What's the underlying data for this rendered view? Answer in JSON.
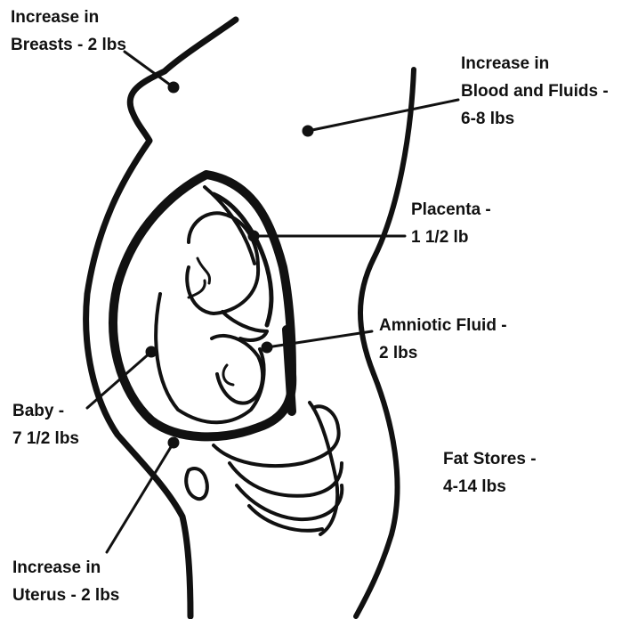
{
  "colors": {
    "ink": "#111111",
    "background": "#ffffff"
  },
  "labels": {
    "breasts": {
      "line1": "Increase in",
      "line2": "Breasts - 2 lbs"
    },
    "blood": {
      "line1": "Increase in",
      "line2": "Blood and Fluids -",
      "line3": "6-8 lbs"
    },
    "placenta": {
      "line1": "Placenta -",
      "line2": "1 1/2 lb"
    },
    "amniotic": {
      "line1": "Amniotic Fluid -",
      "line2": "2 lbs"
    },
    "baby": {
      "line1": "Baby -",
      "line2": "7 1/2 lbs"
    },
    "fat": {
      "line1": "Fat Stores -",
      "line2": "4-14 lbs"
    },
    "uterus": {
      "line1": "Increase in",
      "line2": "Uterus - 2 lbs"
    }
  }
}
